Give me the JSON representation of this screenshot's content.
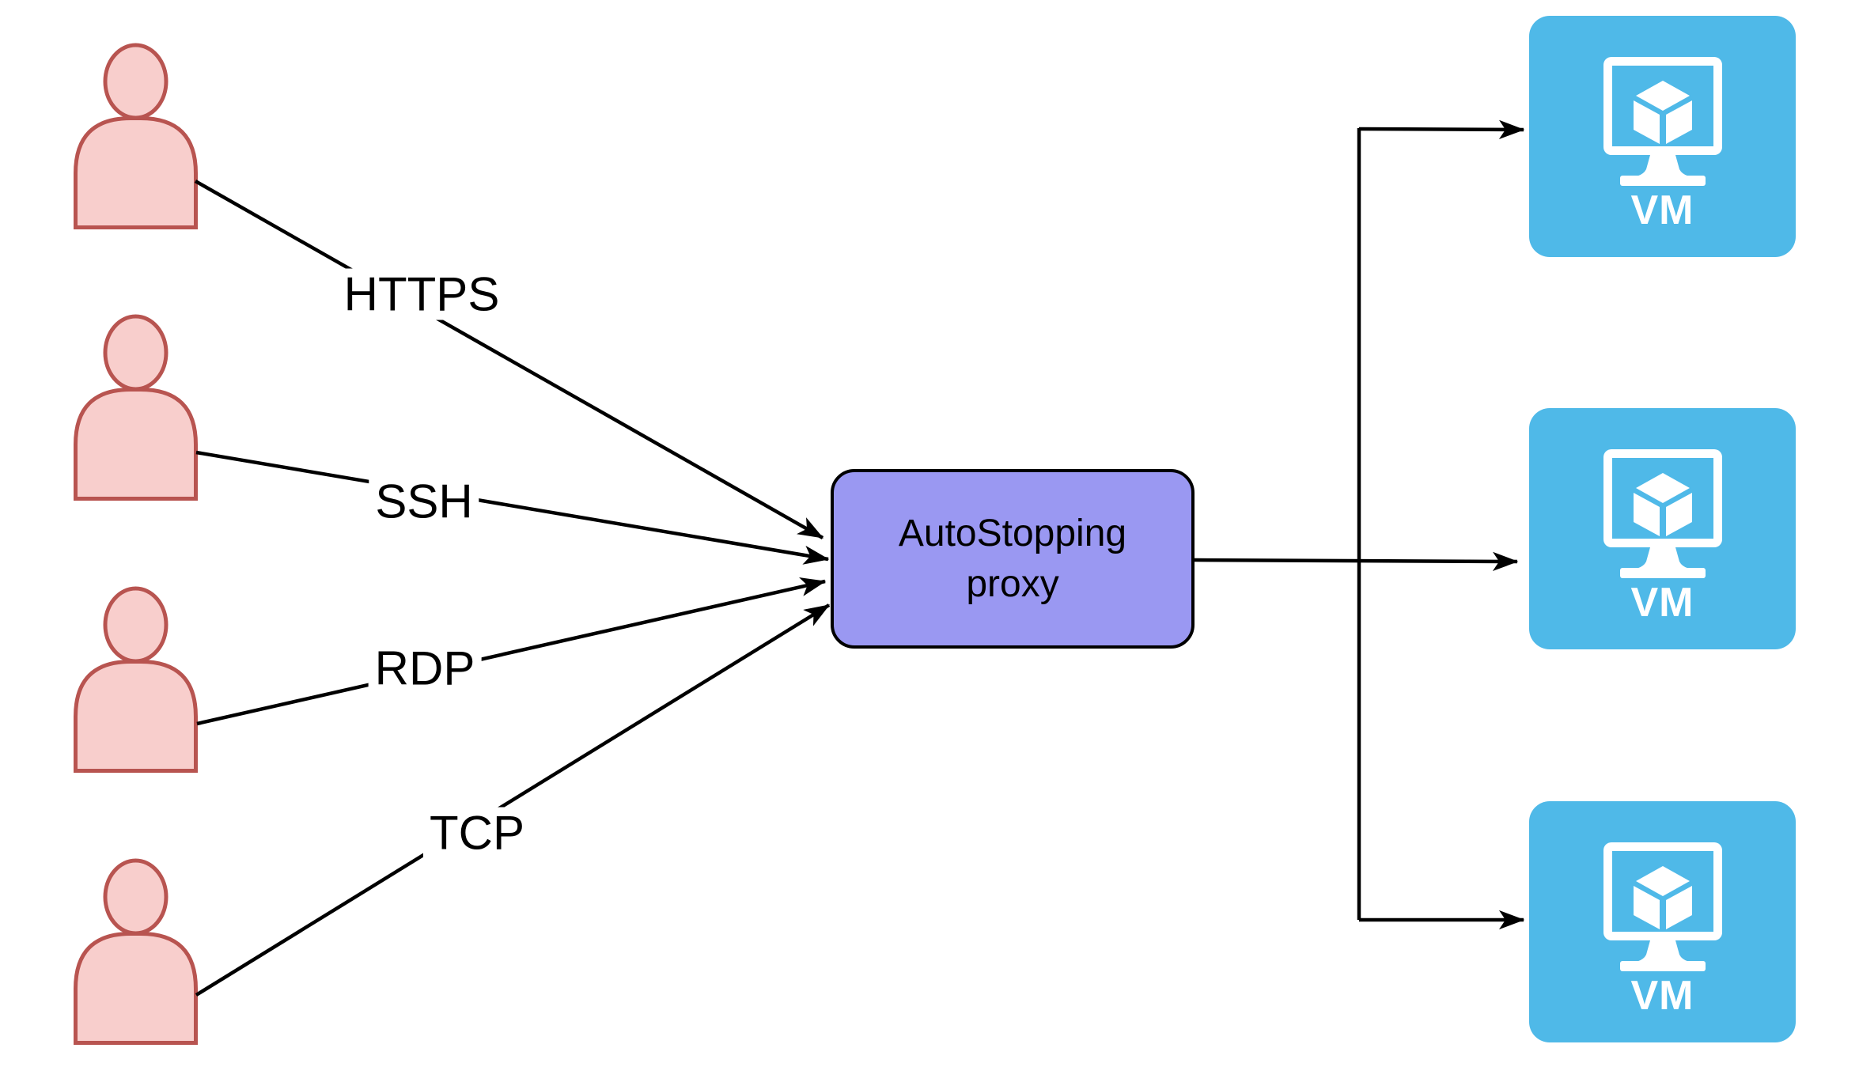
{
  "diagram": {
    "background": "#ffffff",
    "users": {
      "count": 4,
      "icon": "person-icon"
    },
    "edges": [
      {
        "label": "HTTPS",
        "from": "user-1",
        "to": "autostopping-proxy"
      },
      {
        "label": "SSH",
        "from": "user-2",
        "to": "autostopping-proxy"
      },
      {
        "label": "RDP",
        "from": "user-3",
        "to": "autostopping-proxy"
      },
      {
        "label": "TCP",
        "from": "user-4",
        "to": "autostopping-proxy"
      }
    ],
    "proxy": {
      "label": "AutoStopping proxy",
      "line1": "AutoStopping",
      "line2": "proxy"
    },
    "vms": [
      {
        "label": "VM",
        "icon": "monitor-cube-icon"
      },
      {
        "label": "VM",
        "icon": "monitor-cube-icon"
      },
      {
        "label": "VM",
        "icon": "monitor-cube-icon"
      }
    ],
    "colors": {
      "user_fill": "#F8CECC",
      "user_stroke": "#B85450",
      "proxy_fill": "#9A98F2",
      "proxy_border": "#000000",
      "vm_fill": "#4FB9E8",
      "vm_icon": "#FFFFFF",
      "connector": "#000000",
      "label_text": "#000000"
    }
  }
}
